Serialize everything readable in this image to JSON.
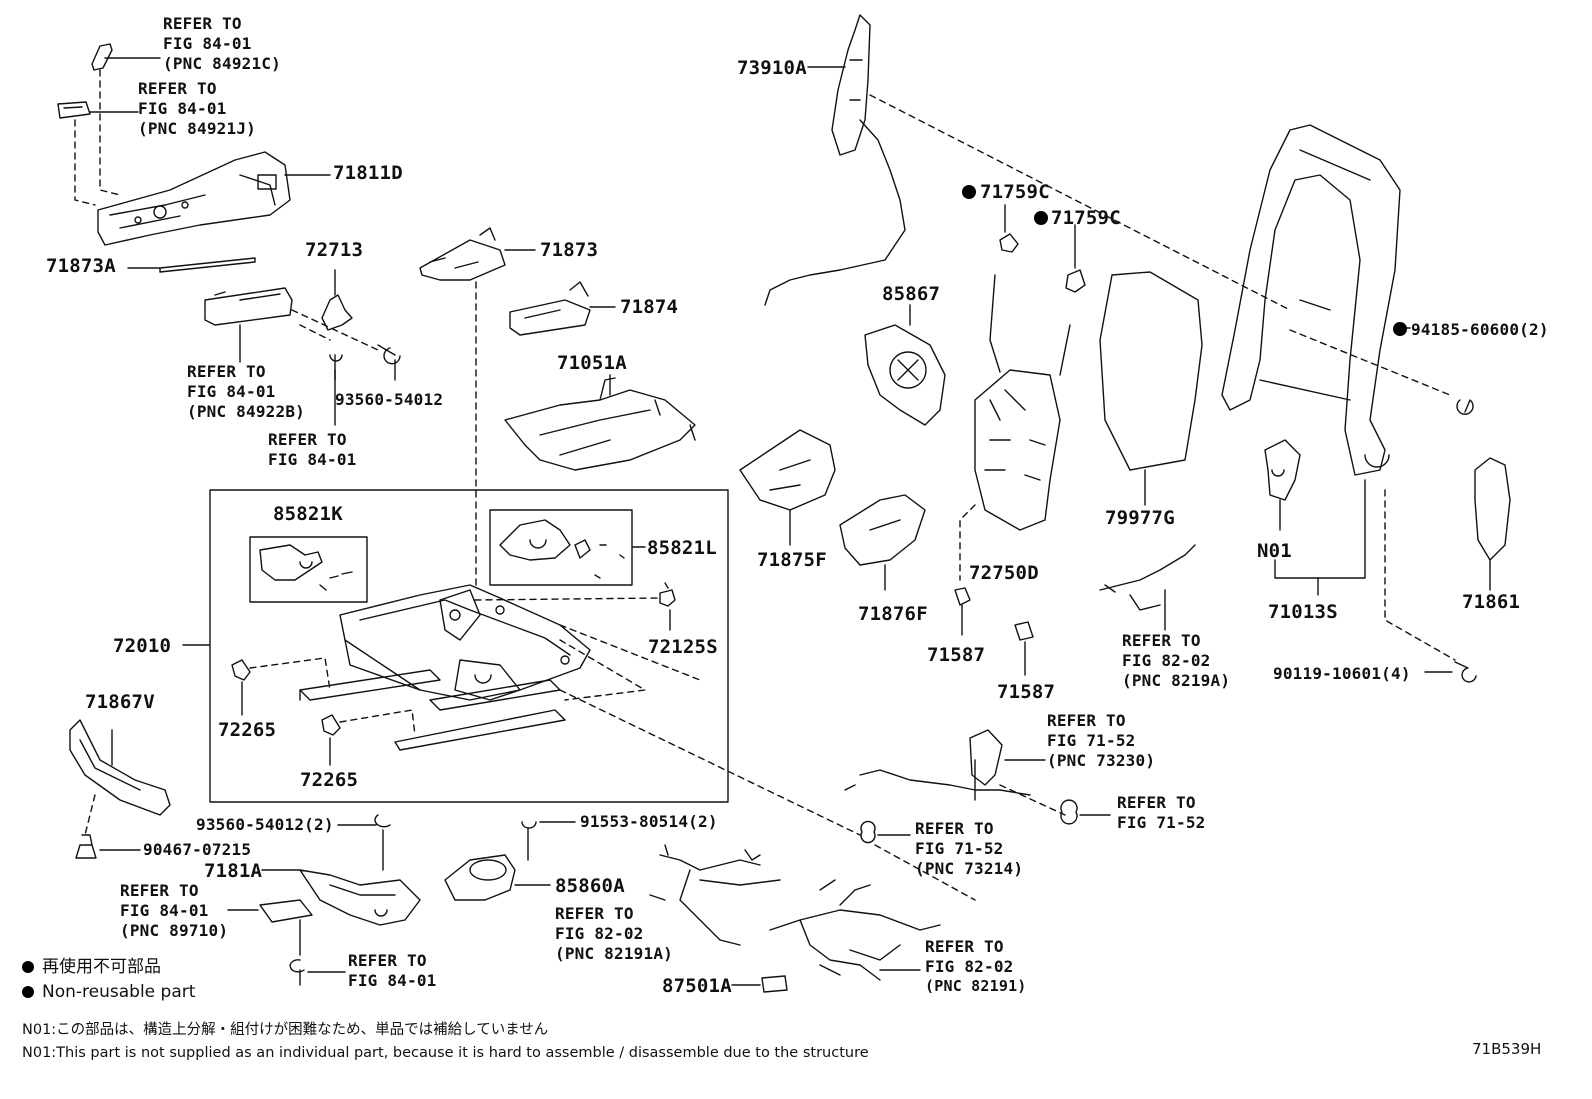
{
  "parts": {
    "p71811D": "71811D",
    "p71873A": "71873A",
    "p72713": "72713",
    "p71873": "71873",
    "p71874": "71874",
    "p71051A": "71051A",
    "p93560_54012": "93560-54012",
    "p85821K": "85821K",
    "p85821L": "85821L",
    "p72010": "72010",
    "p72125S": "72125S",
    "p72265a": "72265",
    "p72265b": "72265",
    "p71867V": "71867V",
    "p90467": "90467-07215",
    "p93560_2": "93560-54012(2)",
    "p91553": "91553-80514(2)",
    "p7181A": "7181A",
    "p85860A": "85860A",
    "p87501A": "87501A",
    "p73910A": "73910A",
    "p71759C_a": "71759C",
    "p71759C_b": "71759C",
    "p85867": "85867",
    "p71875F": "71875F",
    "p71876F": "71876F",
    "p72750D": "72750D",
    "p71587a": "71587",
    "p71587b": "71587",
    "p79977G": "79977G",
    "pN01": "N01",
    "p71013S": "71013S",
    "p94185": "94185-60600(2)",
    "p90119": "90119-10601(4)",
    "p71861": "71861"
  },
  "refs": {
    "r1": [
      "REFER TO",
      "FIG 84-01",
      "(PNC 84921C)"
    ],
    "r2": [
      "REFER TO",
      "FIG 84-01",
      "(PNC 84921J)"
    ],
    "r3": [
      "REFER TO",
      "FIG 84-01",
      "(PNC 84922B)"
    ],
    "r4": [
      "REFER TO",
      "FIG 84-01"
    ],
    "r5": [
      "REFER TO",
      "FIG 84-01",
      "(PNC 89710)"
    ],
    "r6": [
      "REFER TO",
      "FIG 84-01"
    ],
    "r7": [
      "REFER TO",
      "FIG 82-02",
      "(PNC 82191A)"
    ],
    "r8": [
      "REFER TO",
      "FIG 82-02",
      "(PNC 82191)"
    ],
    "r9": [
      "REFER TO",
      "FIG 71-52",
      "(PNC 73214)"
    ],
    "r10": [
      "REFER TO",
      "FIG 71-52",
      "(PNC 73230)"
    ],
    "r11": [
      "REFER TO",
      "FIG 71-52"
    ],
    "r12": [
      "REFER TO",
      "FIG 82-02",
      "(PNC 8219A)"
    ]
  },
  "legend": {
    "ja": "再使用不可部品",
    "en": "Non-reusable part"
  },
  "notes": {
    "ja": "N01:この部品は、構造上分解・組付けが困難なため、単品では補給していません",
    "en": "N01:This part is not supplied as an individual part, because it is hard to assemble / disassemble due to the structure"
  },
  "diagram_code": "71B539H"
}
